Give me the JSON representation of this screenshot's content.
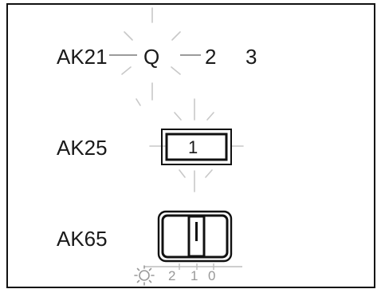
{
  "switches": [
    {
      "label": "AK21",
      "positions": [
        "Q",
        "2",
        "3"
      ]
    },
    {
      "label": "AK25",
      "value": "1"
    },
    {
      "label": "AK65",
      "scale": [
        "2",
        "1",
        "0"
      ],
      "scale_icon": "brightness-sun-icon"
    }
  ]
}
